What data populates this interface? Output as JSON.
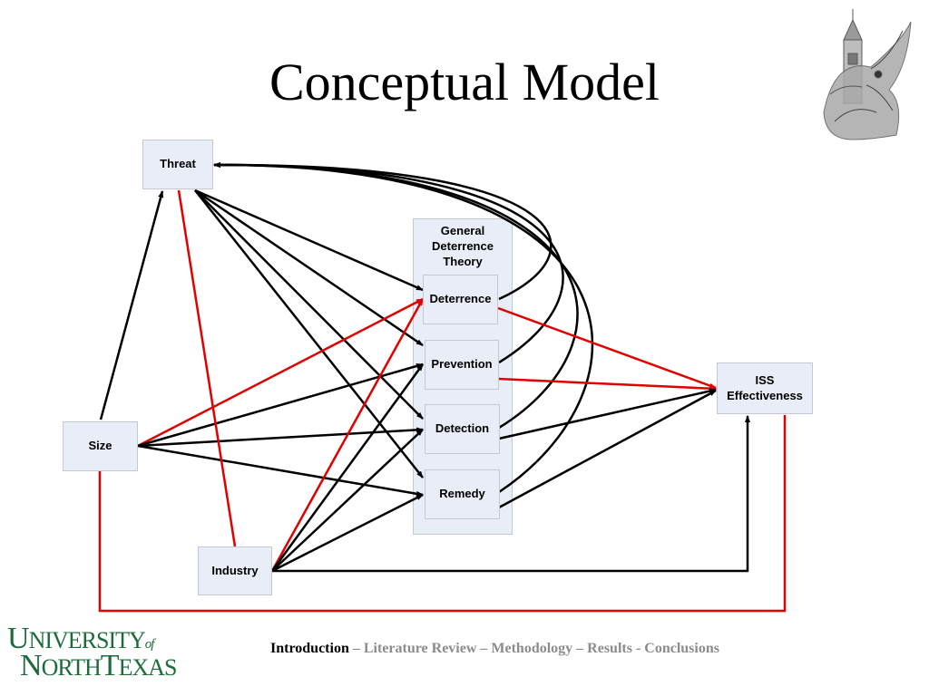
{
  "slide": {
    "title": "Conceptual Model"
  },
  "nodes": {
    "threat": "Threat",
    "size": "Size",
    "industry": "Industry",
    "gdt": [
      "General",
      "Deterrence",
      "Theory"
    ],
    "deterrence": "Deterrence",
    "prevention": "Prevention",
    "detection": "Detection",
    "remedy": "Remedy",
    "iss": [
      "ISS",
      "Effectiveness"
    ]
  },
  "links": {
    "colors": {
      "positive": "#000000",
      "negative": "#e00000"
    }
  },
  "footer": {
    "logo_line1_big": "U",
    "logo_line1_small": "NIVERSITY",
    "logo_of": "of",
    "logo_line2_big1": "N",
    "logo_line2_small1": "ORTH",
    "logo_line2_big2": "T",
    "logo_line2_small2": "EXAS",
    "nav_current": "Introduction",
    "nav_rest": " – Literature Review – Methodology – Results - Conclusions"
  },
  "colors": {
    "box_fill": "#e9edf7",
    "box_border": "#c3c8d2",
    "logo_green": "#1d6b3c",
    "nav_gray": "#8c8c8c"
  }
}
